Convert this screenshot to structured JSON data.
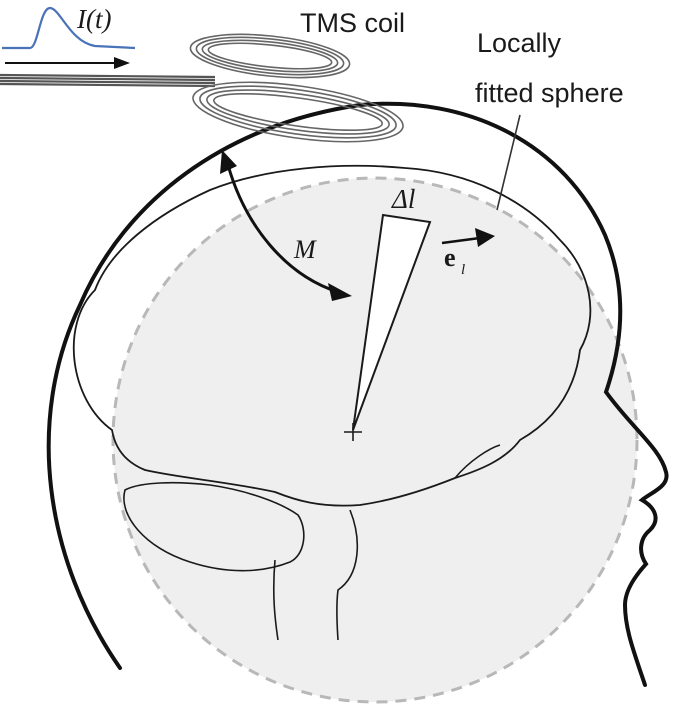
{
  "labels": {
    "current": "I(t)",
    "coil": "TMS coil",
    "sphere_line1": "Locally",
    "sphere_line2": "fitted sphere",
    "mutual": "M",
    "delta_l": "Δl",
    "unit_vector": "e",
    "unit_vector_sub": "l"
  },
  "colors": {
    "pulse": "#4a72b8",
    "outline": "#1a1a1a",
    "sphere_fill": "#ededed",
    "sphere_stroke": "#b8b8b8",
    "coil": "#666666"
  }
}
